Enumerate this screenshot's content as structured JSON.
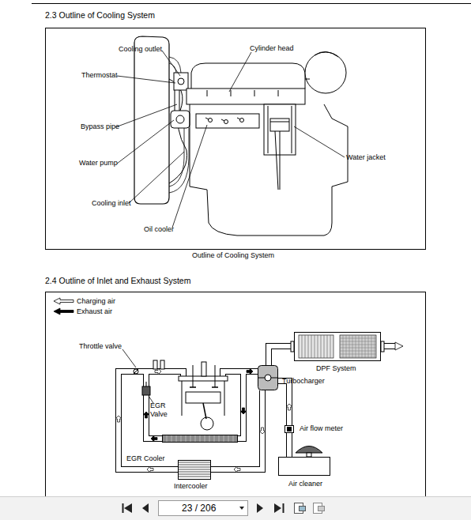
{
  "diagram": {
    "title": "2.3 Outline of Cooling System",
    "caption": "Outline of Cooling System",
    "nodes": [
      {
        "text": [
          "DPF System"
        ]
      },
      {
        "text": [
          "Turbocharger"
        ]
      },
      {
        "text": [
          "Air flow meter"
        ]
      },
      {
        "text": [
          "EGR Cooler"
        ]
      },
      {
        "text": [
          "Intercooler"
        ]
      },
      {
        "text": [
          "Air cleaner"
        ]
      }
    ],
    "edges": [
      {
        "from": 5,
        "to": 2,
        "arrow": "none"
      },
      {
        "from": 2,
        "to": 1,
        "arrow": "none"
      },
      {
        "from": 1,
        "to": 0,
        "arrow": "none"
      },
      {
        "from": 1,
        "to": 4,
        "arrow": "none"
      }
    ],
    "labels": [
      "Cooling outlet",
      "Cylinder head",
      "Thermostat",
      "Bypass pipe",
      "Water pump",
      "Water jacket",
      "Cooling inlet",
      "Oil cooler",
      "2.4 Outline of Inlet and Exhaust System",
      "Throttle valve",
      "EGR Valve",
      "23 / 206"
    ],
    "legend": [
      {
        "text": "Charging air"
      },
      {
        "text": "Exhaust air"
      }
    ]
  }
}
